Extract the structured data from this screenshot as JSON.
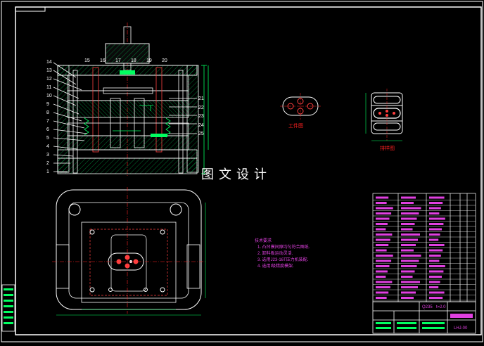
{
  "drawing": {
    "watermark": "图文设计",
    "labels": {
      "workpiece": "工件图",
      "strip": "排样图"
    },
    "part_numbers_left": [
      "14",
      "13",
      "12",
      "11",
      "10",
      "9",
      "8",
      "7",
      "6",
      "5",
      "4",
      "3",
      "2",
      "1"
    ],
    "part_numbers_top": [
      "15",
      "16",
      "17",
      "18",
      "19",
      "20"
    ],
    "part_numbers_right": [
      "21",
      "22",
      "23",
      "24",
      "25"
    ],
    "tech_notes": {
      "heading": "技术要求",
      "items": [
        "1. 凸凹模间隙均匀符合图纸.",
        "2. 卸料板运动灵活.",
        "3. 选用J23-16T压力机装配.",
        "4. 选用l级精度模架."
      ]
    },
    "title_block": {
      "material": "Q235",
      "thickness": "t=2.0",
      "code": "LHJ-00"
    }
  },
  "colors": {
    "background": "#000000",
    "frame": "#ffffff",
    "section": "#00ff60",
    "centerline": "#ff2020",
    "dimension": "#00ff60",
    "text": "#e040e0"
  }
}
